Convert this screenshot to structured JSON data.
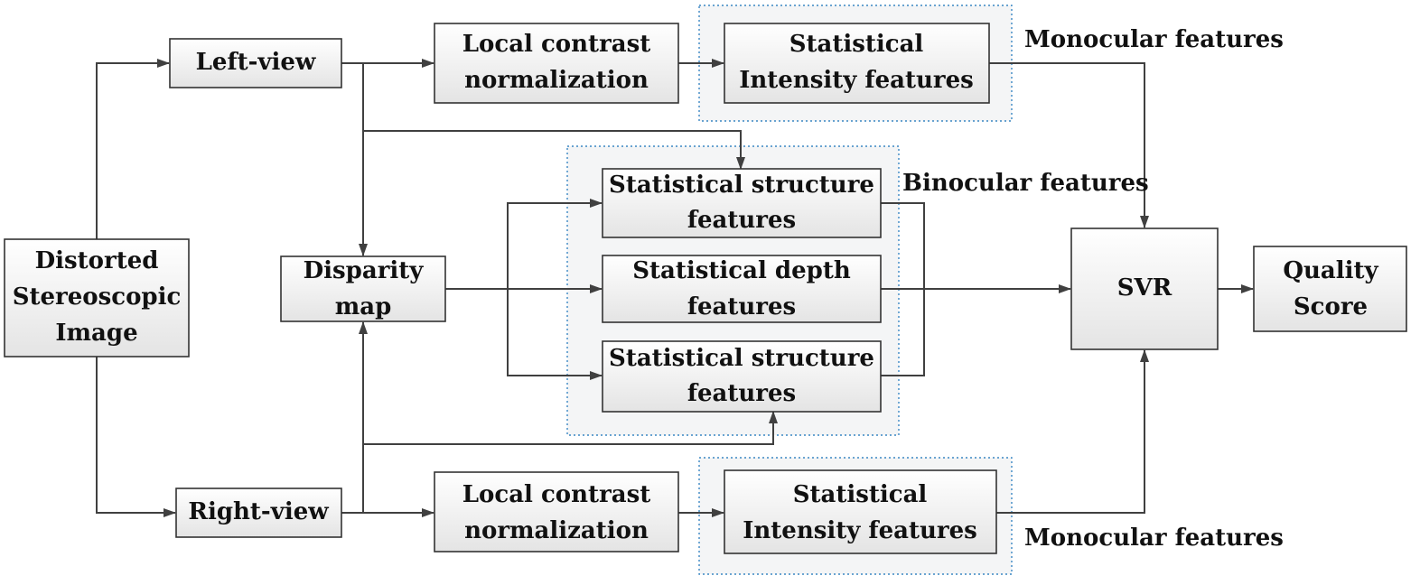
{
  "nodes": {
    "distorted_image": {
      "lines": [
        "Distorted",
        "Stereoscopic",
        "Image"
      ]
    },
    "left_view": {
      "lines": [
        "Left-view"
      ]
    },
    "right_view": {
      "lines": [
        "Right-view"
      ]
    },
    "disparity_map": {
      "lines": [
        "Disparity",
        "map"
      ]
    },
    "lcn_top": {
      "lines": [
        "Local contrast",
        "normalization"
      ]
    },
    "lcn_bottom": {
      "lines": [
        "Local contrast",
        "normalization"
      ]
    },
    "intensity_top": {
      "lines": [
        "Statistical",
        "Intensity features"
      ]
    },
    "intensity_bottom": {
      "lines": [
        "Statistical",
        "Intensity features"
      ]
    },
    "structure_top": {
      "lines": [
        "Statistical structure",
        "features"
      ]
    },
    "depth": {
      "lines": [
        "Statistical depth",
        "features"
      ]
    },
    "structure_bottom": {
      "lines": [
        "Statistical structure",
        "features"
      ]
    },
    "svr": {
      "lines": [
        "SVR"
      ]
    },
    "quality": {
      "lines": [
        "Quality",
        "Score"
      ]
    }
  },
  "labels": {
    "monocular_top": "Monocular features",
    "binocular": "Binocular features",
    "monocular_bottom": "Monocular features"
  },
  "colors": {
    "box_fill_light": "#ffffff",
    "box_fill_dark": "#e6e6e6",
    "group_border": "#3a87c4",
    "line": "#404040"
  }
}
